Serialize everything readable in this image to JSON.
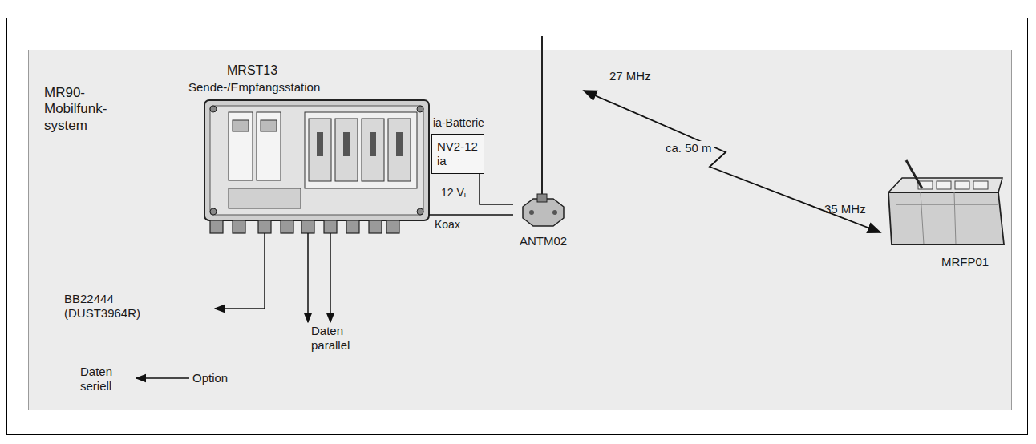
{
  "diagram": {
    "nodes": [
      {
        "text": [
          "ia-Batterie",
          "NV2-12 ia"
        ]
      },
      {
        "text": [
          "MRST13",
          "Sende-/Empfangsstation"
        ]
      },
      {
        "text": [
          "ANTM02"
        ]
      },
      {
        "text": [
          "MRFP01"
        ]
      }
    ],
    "edges": [
      {
        "from": 0,
        "to": 2,
        "arrow": "none",
        "label": "12 Vᵢ"
      },
      {
        "from": 1,
        "to": 2,
        "arrow": "none",
        "label": "Koax"
      },
      {
        "from": 2,
        "to": 3,
        "arrow": "both",
        "label": "ca. 50 m"
      }
    ],
    "labels": [
      "MR90- Mobilfunk- system",
      "BB22444 (DUST3964R)",
      "Daten parallel",
      "Daten seriell",
      "Option",
      "27 MHz",
      "35 MHz"
    ]
  }
}
